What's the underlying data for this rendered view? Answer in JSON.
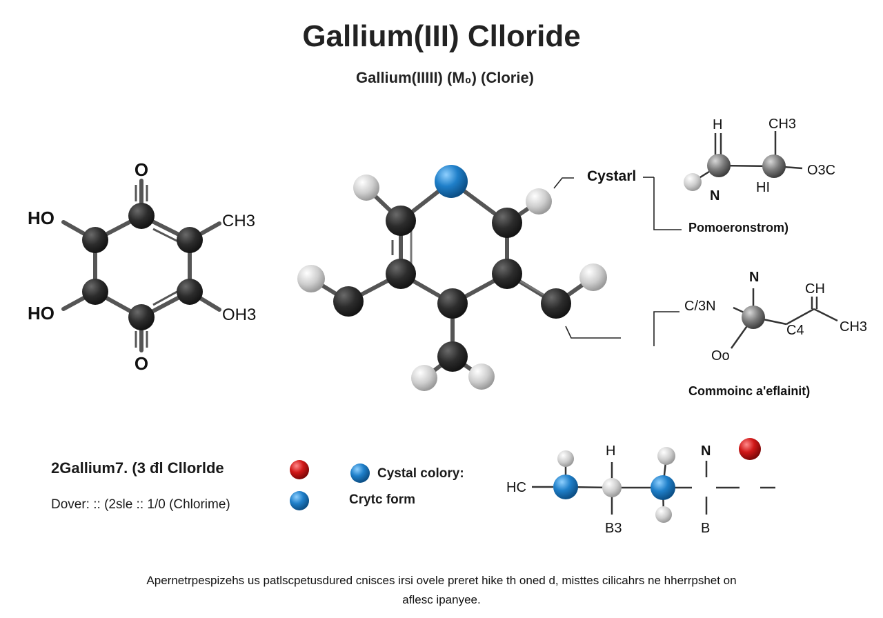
{
  "header": {
    "title": "Gallium(III) Clloride",
    "subtitle": "Gallium(IIIII)  (M₀) (Clorie)"
  },
  "left_molecule": {
    "top_o": "O",
    "bottom_o": "O",
    "upper_left": "HO",
    "lower_left": "HO",
    "upper_right": "CH3",
    "lower_right": "OH3"
  },
  "center_molecule": {
    "callout_label": "Cystarl",
    "callout_sub": "Pomoeronstrom)"
  },
  "top_right_molecule": {
    "h": "H",
    "ch3": "CH3",
    "n": "N",
    "hi": "HI",
    "o3c": "O3C"
  },
  "mid_right_molecule": {
    "n": "N",
    "ch": "CH",
    "c3n": "C/3N",
    "c4": "C4",
    "ch3": "CH3",
    "oo": "Oo",
    "caption": "Commoinc a'eflainit)"
  },
  "bottom_right_molecule": {
    "hc": "HC",
    "h": "H",
    "n": "N",
    "b3": "B3",
    "b": "B"
  },
  "legend": {
    "title": "2Gallium7. (3 đl Cllorlde",
    "subtitle": "Dover: :: (2sle :: 1/0  (Chlorime)",
    "crystal_color_label": "Cystal colory:",
    "crystal_form_label": "Crytc form"
  },
  "footer": {
    "line1": "Apernetrpespizehs us patlscpetusdured cnisces irsi ovele preret hike th oned d, misttes cilicahrs ne hherrpshet on",
    "line2": "aflesc ipanyee."
  },
  "colors": {
    "carbon": "#2f2f2f",
    "hydrogen": "#cfcfcf",
    "nitrogen_blue": "#1f7fc9",
    "oxygen_red": "#d01818",
    "bond": "#555555"
  }
}
